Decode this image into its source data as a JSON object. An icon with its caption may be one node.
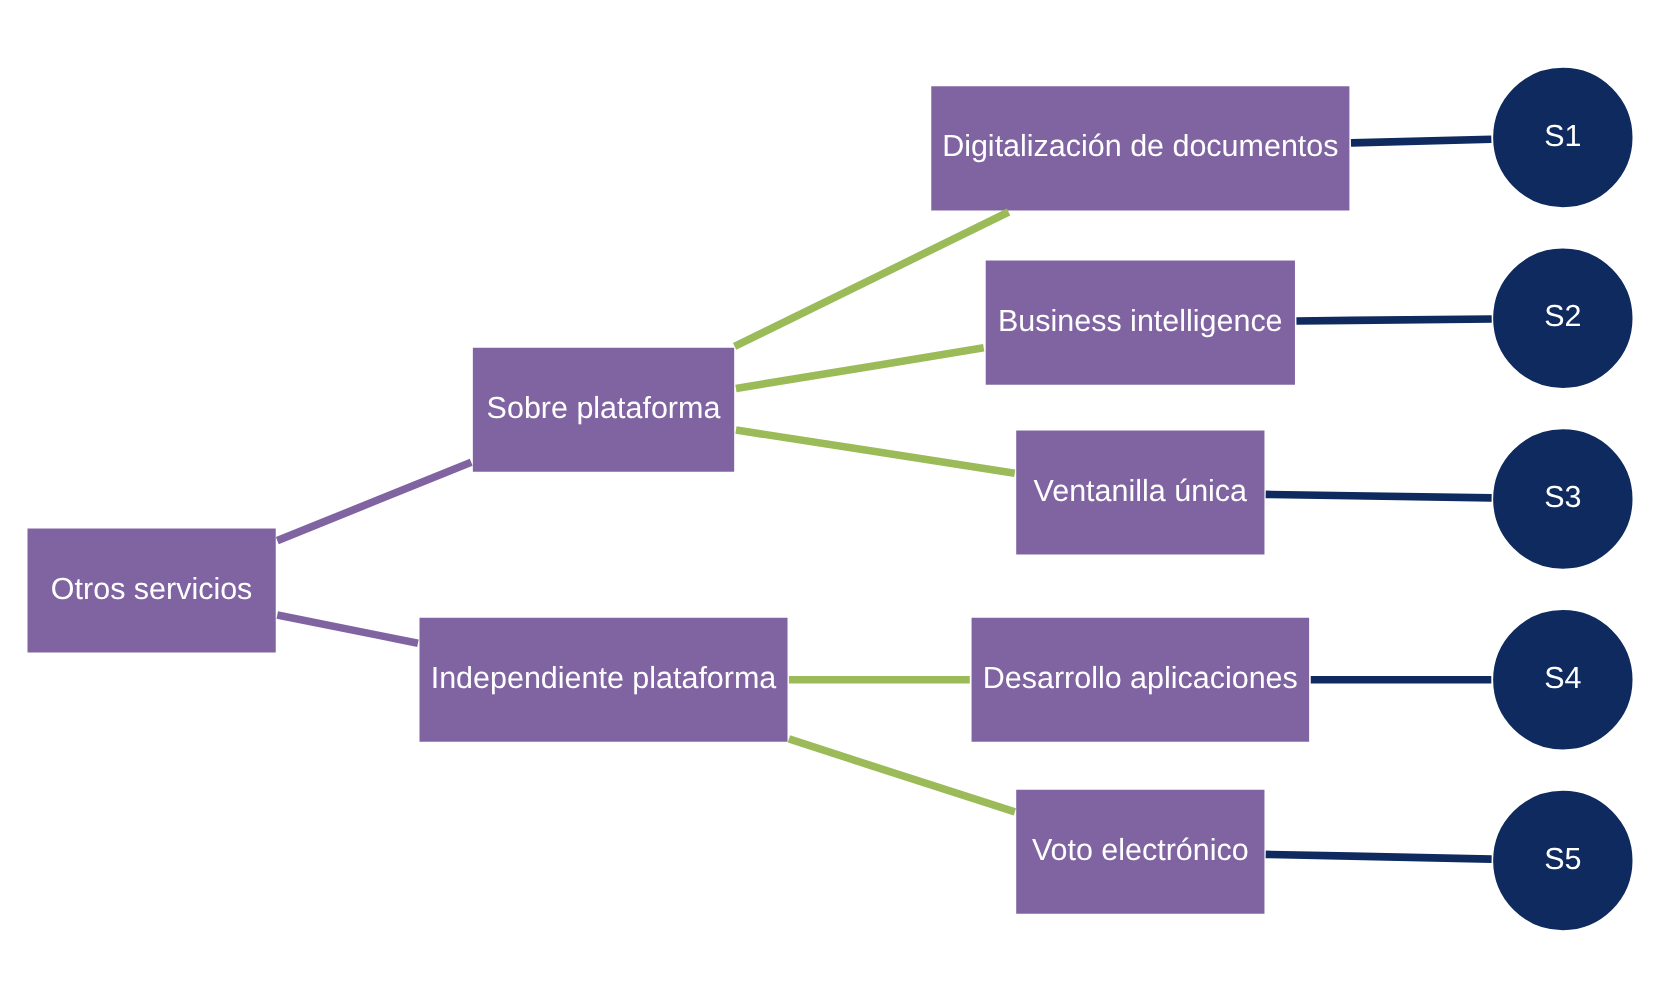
{
  "diagram": {
    "nodes": [
      {
        "text": [
          "Otros servicios"
        ]
      },
      {
        "text": [
          "Sobre plataforma"
        ]
      },
      {
        "text": [
          "Independiente plataforma"
        ]
      },
      {
        "text": [
          "Digitalización de documentos"
        ]
      },
      {
        "text": [
          "Business intelligence"
        ]
      },
      {
        "text": [
          "Ventanilla única"
        ]
      },
      {
        "text": [
          "Desarrollo aplicaciones"
        ]
      },
      {
        "text": [
          "Voto electrónico"
        ]
      },
      {
        "text": [
          "S1"
        ]
      },
      {
        "text": [
          "S2"
        ]
      },
      {
        "text": [
          "S3"
        ]
      },
      {
        "text": [
          "S4"
        ]
      },
      {
        "text": [
          "S5"
        ]
      }
    ],
    "edges": [
      {
        "from": 0,
        "to": 1,
        "arrow": "none",
        "color": "#8064a2"
      },
      {
        "from": 0,
        "to": 2,
        "arrow": "none",
        "color": "#8064a2"
      },
      {
        "from": 1,
        "to": 3,
        "arrow": "none",
        "color": "#9bbb59"
      },
      {
        "from": 1,
        "to": 4,
        "arrow": "none",
        "color": "#9bbb59"
      },
      {
        "from": 1,
        "to": 5,
        "arrow": "none",
        "color": "#9bbb59"
      },
      {
        "from": 2,
        "to": 6,
        "arrow": "none",
        "color": "#9bbb59"
      },
      {
        "from": 2,
        "to": 7,
        "arrow": "none",
        "color": "#9bbb59"
      },
      {
        "from": 3,
        "to": 8,
        "arrow": "none",
        "color": "#0f2a5e"
      },
      {
        "from": 4,
        "to": 9,
        "arrow": "none",
        "color": "#0f2a5e"
      },
      {
        "from": 5,
        "to": 10,
        "arrow": "none",
        "color": "#0f2a5e"
      },
      {
        "from": 6,
        "to": 11,
        "arrow": "none",
        "color": "#0f2a5e"
      },
      {
        "from": 7,
        "to": 12,
        "arrow": "none",
        "color": "#0f2a5e"
      }
    ]
  }
}
